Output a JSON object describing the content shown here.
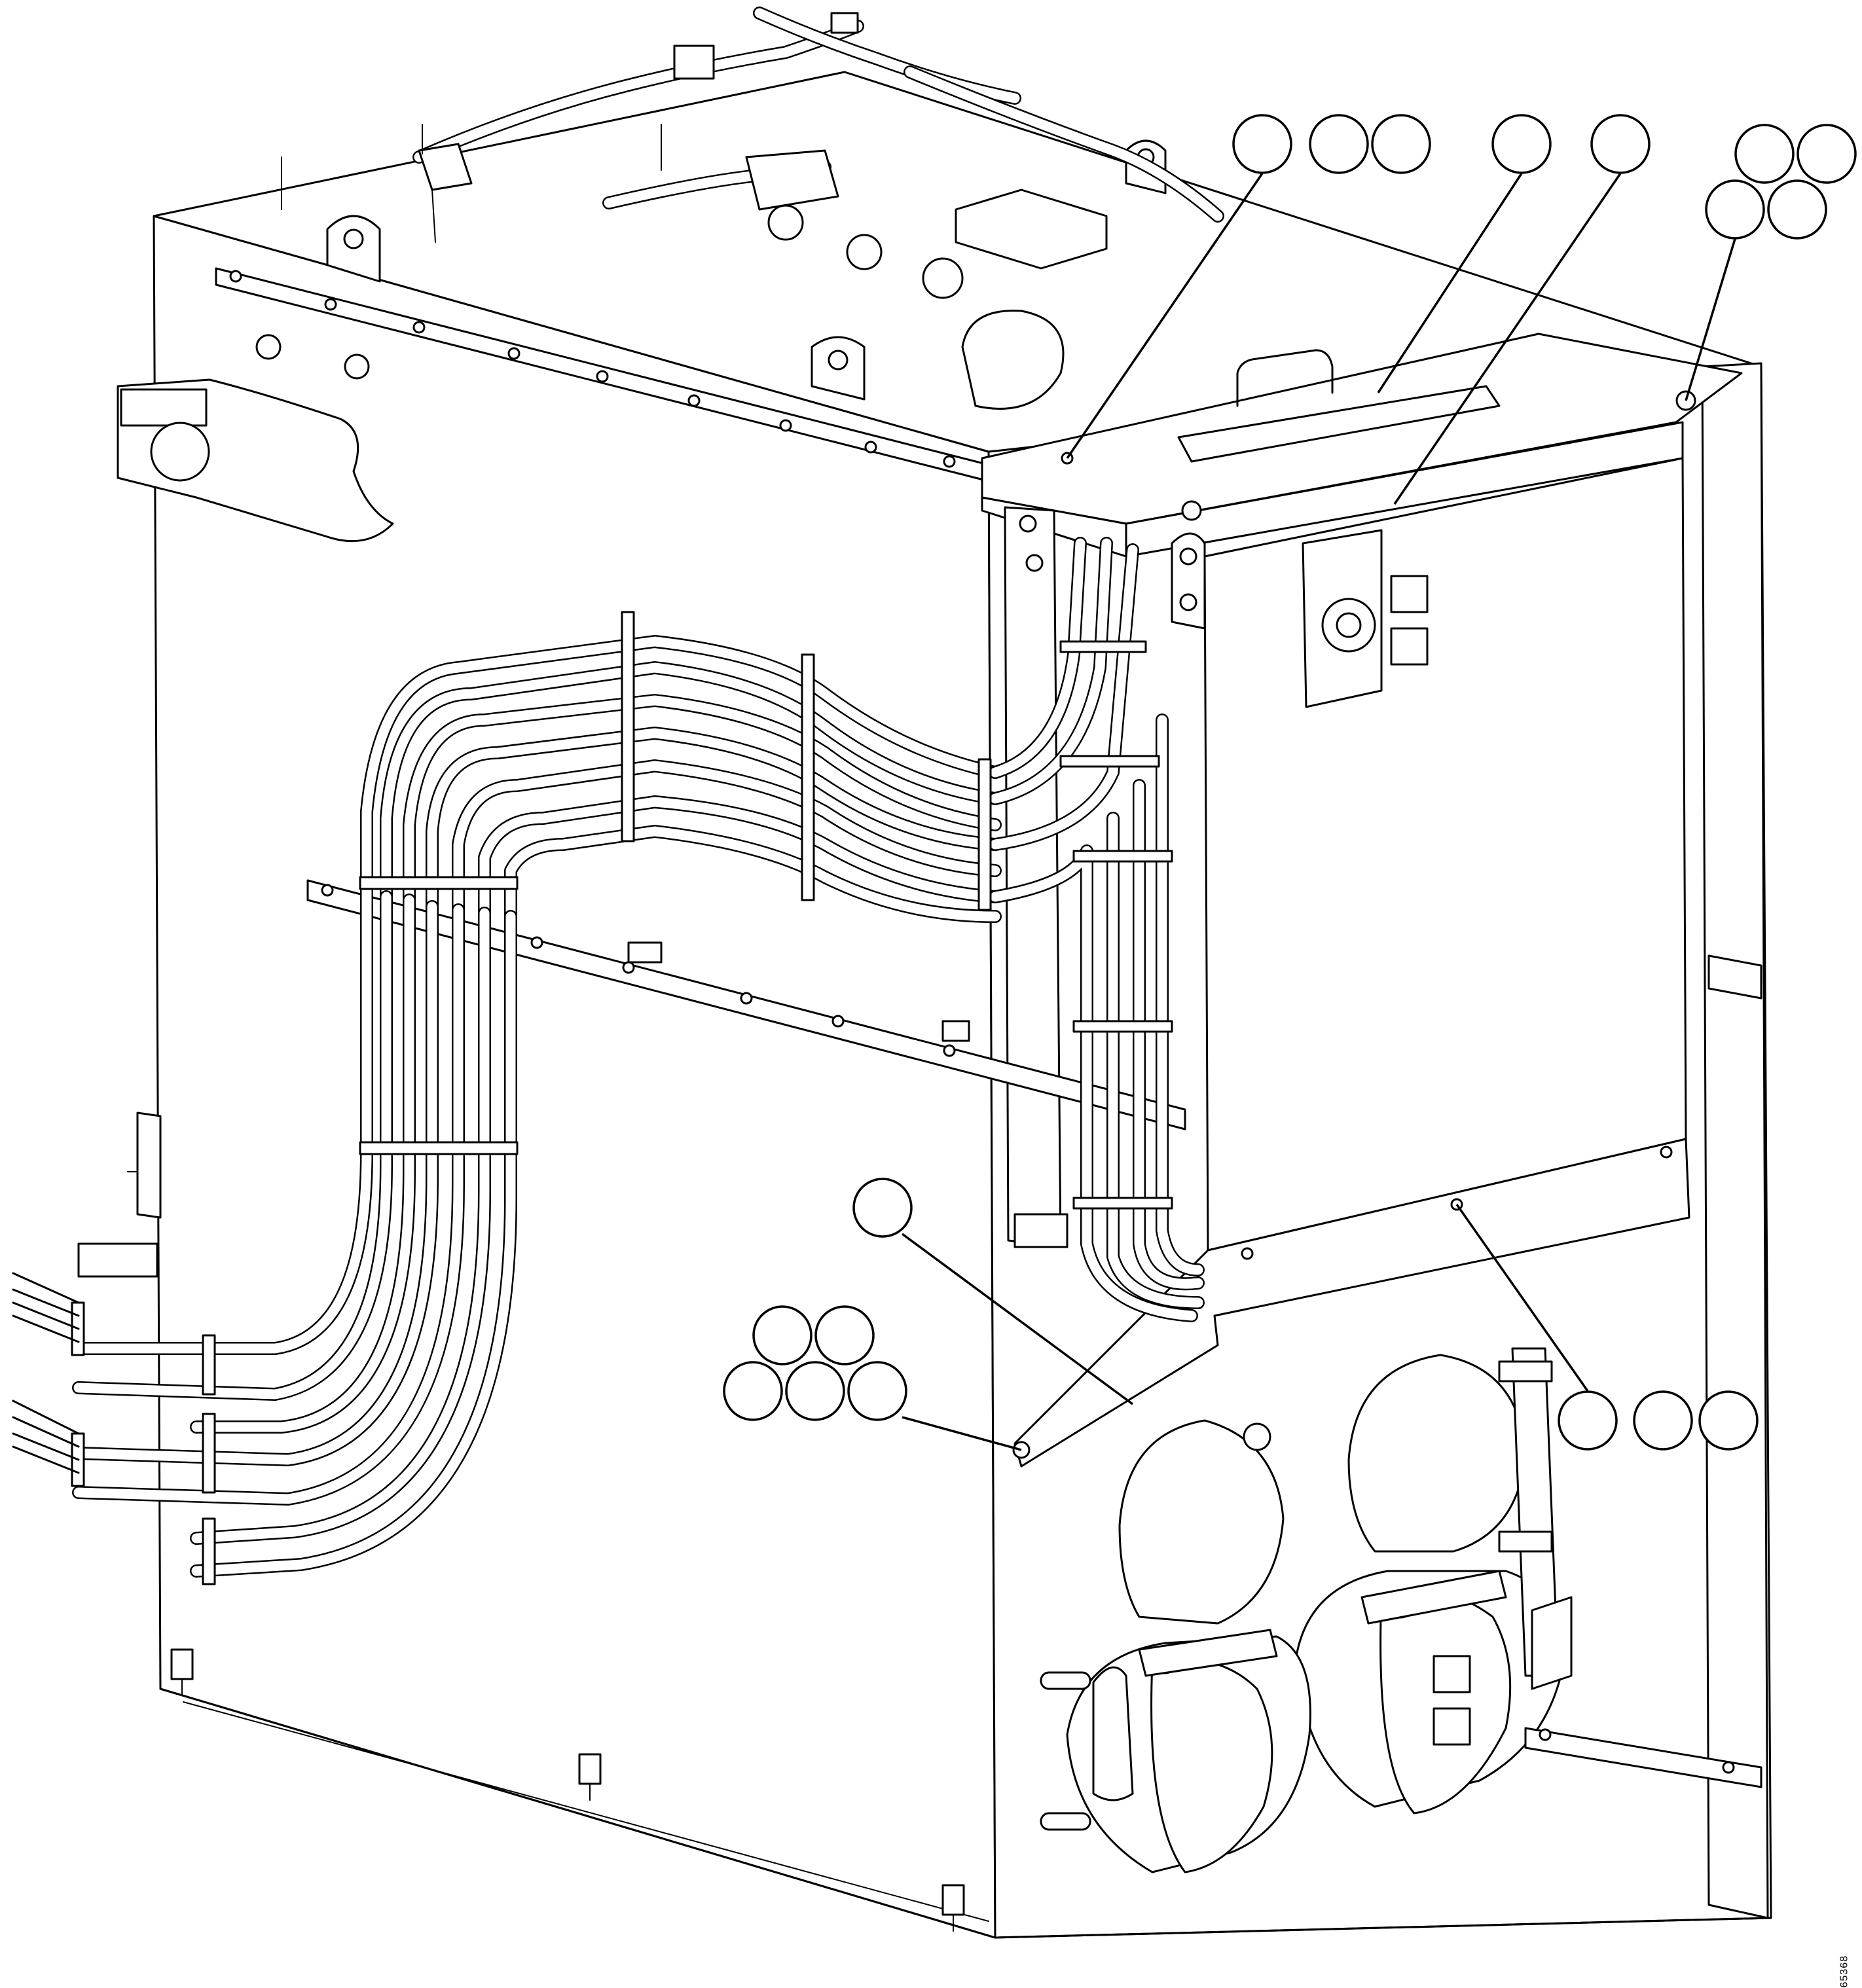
{
  "figure": {
    "figure_number": "65368",
    "callout_groups": [
      {
        "id": "top-left-triple",
        "count": 3
      },
      {
        "id": "top-single-a",
        "count": 1
      },
      {
        "id": "top-single-b",
        "count": 1
      },
      {
        "id": "top-right-quad",
        "count": 4
      },
      {
        "id": "mid-single",
        "count": 1
      },
      {
        "id": "lower-left-five",
        "count": 5
      },
      {
        "id": "lower-right-triple",
        "count": 3
      }
    ],
    "icons": [
      "electrical-cabinet",
      "hose-bundle",
      "connector-receptacle",
      "cover-plate",
      "lifting-eye"
    ]
  }
}
